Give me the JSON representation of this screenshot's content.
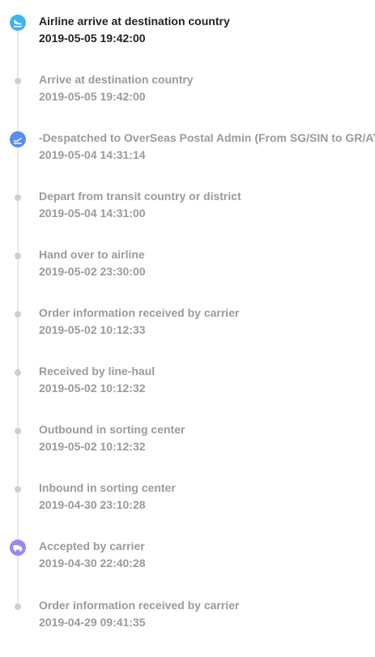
{
  "colors": {
    "landing": "#3fb4f0",
    "takeoff": "#5b8def",
    "truck": "#9b86f0",
    "dot": "#cfcfcf",
    "line": "#e6e6e6",
    "active_text": "#222222",
    "muted_text": "#9a9a9a"
  },
  "events": [
    {
      "title": "Airline arrive at destination country",
      "time": "2019-05-05 19:42:00",
      "icon": "plane-landing-icon"
    },
    {
      "title": "Arrive at destination country",
      "time": "2019-05-05 19:42:00",
      "icon": "dot"
    },
    {
      "title": "-Despatched to OverSeas Postal Admin (From SG/SIN to GR/ATH)",
      "time": "2019-05-04 14:31:14",
      "icon": "plane-takeoff-icon"
    },
    {
      "title": "Depart from transit country or district",
      "time": "2019-05-04 14:31:00",
      "icon": "dot"
    },
    {
      "title": "Hand over to airline",
      "time": "2019-05-02 23:30:00",
      "icon": "dot"
    },
    {
      "title": "Order information received by carrier",
      "time": "2019-05-02 10:12:33",
      "icon": "dot"
    },
    {
      "title": "Received by line-haul",
      "time": "2019-05-02 10:12:32",
      "icon": "dot"
    },
    {
      "title": "Outbound in sorting center",
      "time": "2019-05-02 10:12:32",
      "icon": "dot"
    },
    {
      "title": "Inbound in sorting center",
      "time": "2019-04-30 23:10:28",
      "icon": "dot"
    },
    {
      "title": "Accepted by carrier",
      "time": "2019-04-30 22:40:28",
      "icon": "truck-icon"
    },
    {
      "title": "Order information received by carrier",
      "time": "2019-04-29 09:41:35",
      "icon": "dot"
    }
  ]
}
